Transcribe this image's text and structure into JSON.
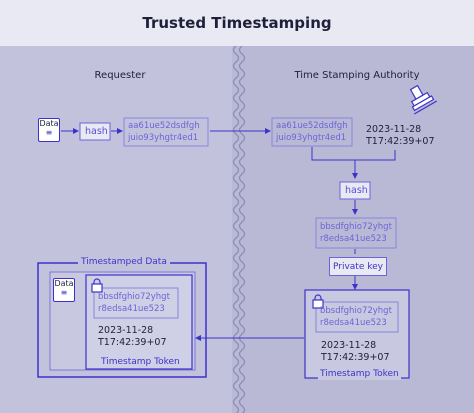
{
  "title": "Trusted Timestamping",
  "columns": {
    "left": "Requester",
    "right": "Time Stamping Authority"
  },
  "requester": {
    "data_label": "Data",
    "hash_label": "hash",
    "hash_value_line1": "aa61ue52dsdfgh",
    "hash_value_line2": "juio93yhgtr4ed1"
  },
  "tsa": {
    "hash_value_line1": "aa61ue52dsdfgh",
    "hash_value_line2": "juio93yhgtr4ed1",
    "date": "2023-11-28",
    "time": "T17:42:39+07",
    "hash_label": "hash",
    "digest_line1": "bbsdfghio72yhgt",
    "digest_line2": "r8edsa41ue523",
    "private_key_label": "Private key",
    "token_hash_line1": "bbsdfghio72yhgt",
    "token_hash_line2": "r8edsa41ue523",
    "token_date": "2023-11-28",
    "token_time": "T17:42:39+07",
    "token_label": "Timestamp Token"
  },
  "result": {
    "group_label": "Timestamped Data",
    "data_label": "Data",
    "token_hash_line1": "bbsdfghio72yhgt",
    "token_hash_line2": "r8edsa41ue523",
    "token_date": "2023-11-28",
    "token_time": "T17:42:39+07",
    "token_label": "Timestamp Token"
  },
  "colors": {
    "background": "#b9b9d6",
    "title_band": "#e9e9f4",
    "accent": "#3d33c9",
    "accent_light": "#6c64d8",
    "text_dark": "#1f1f3a"
  },
  "icons": [
    "document-icon",
    "stamp-icon",
    "lock-icon",
    "arrow-icon"
  ]
}
